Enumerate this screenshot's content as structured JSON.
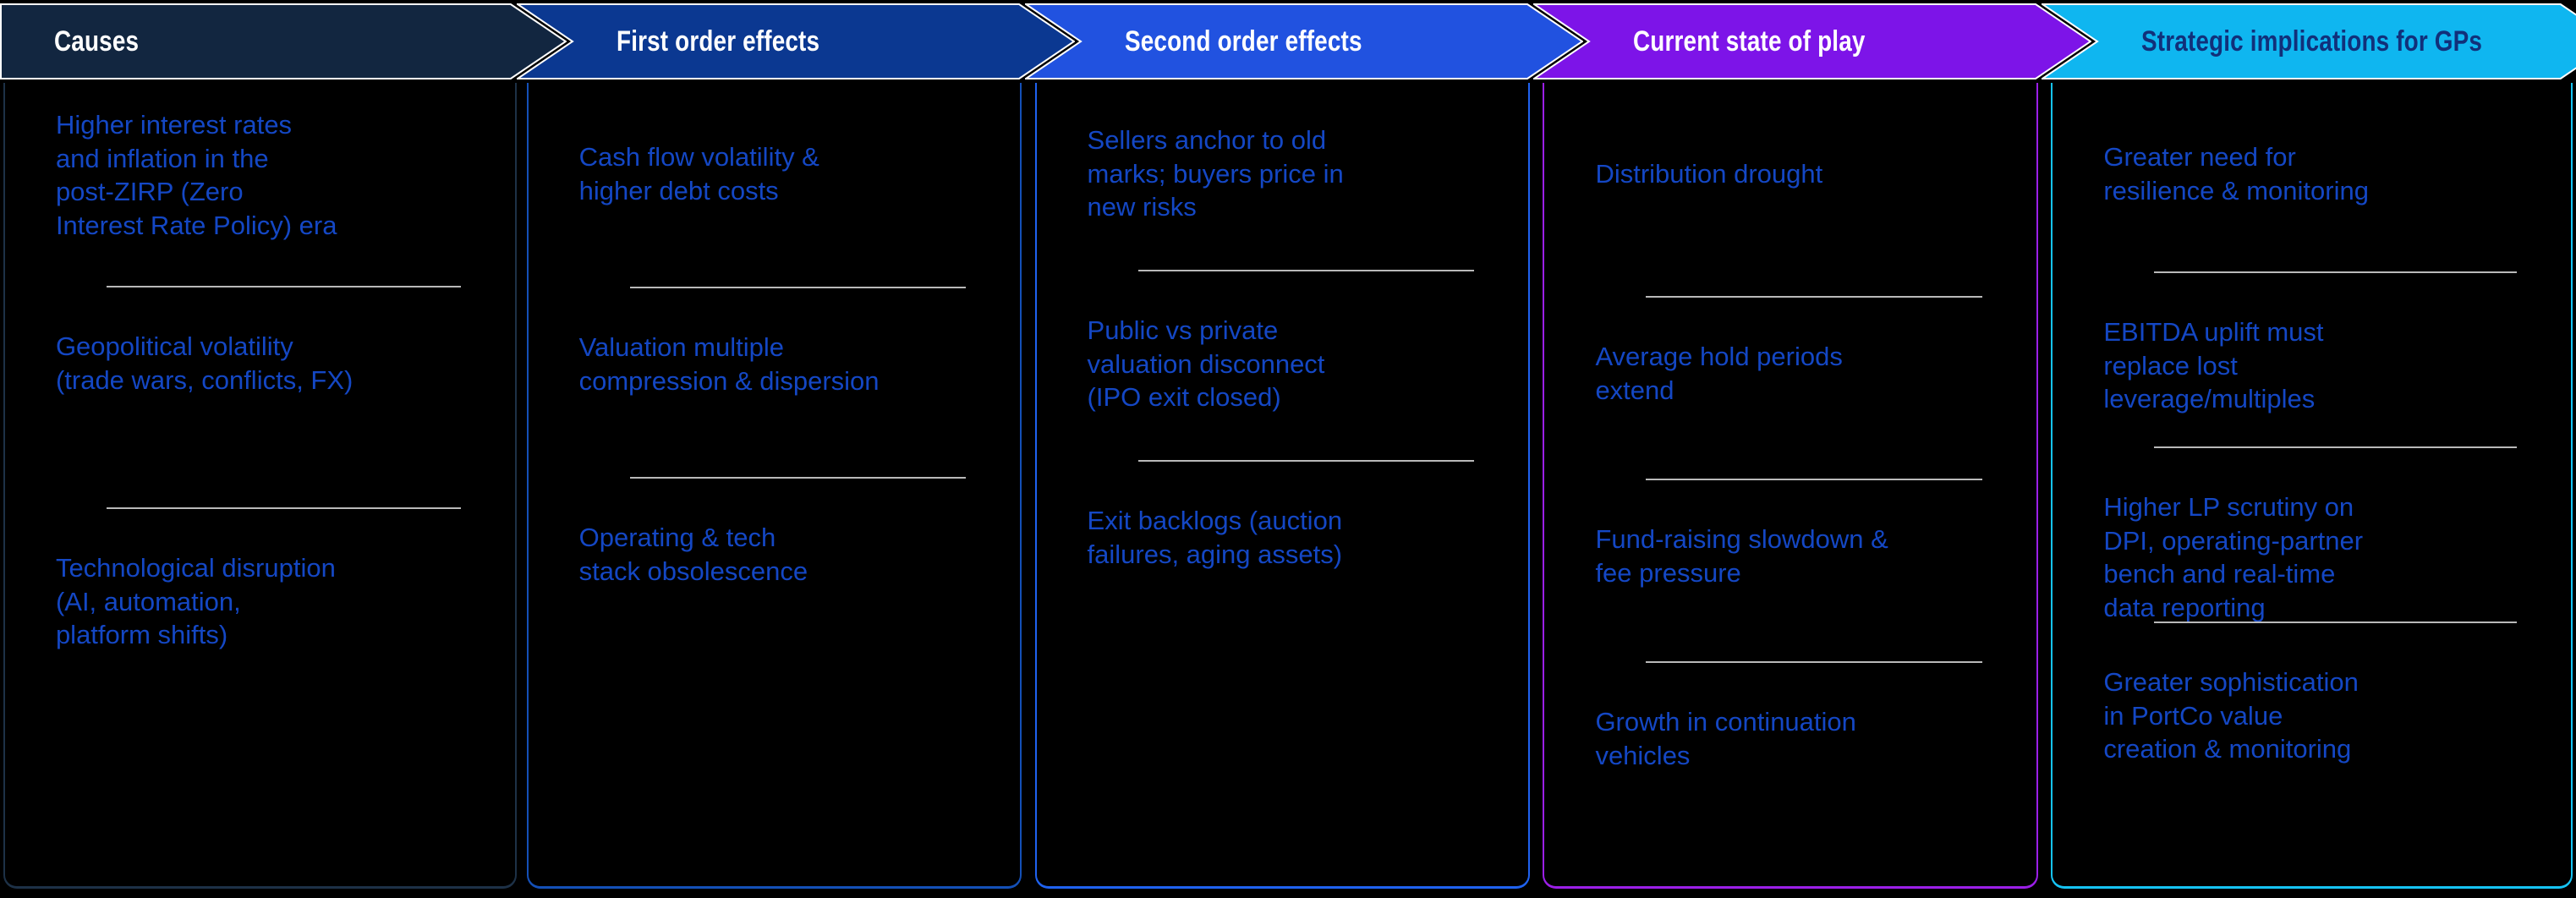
{
  "diagram": {
    "title_row": [
      {
        "label": "Causes",
        "fill": "#122640",
        "text_color": "#ffffff",
        "outline": "#ffffff",
        "border": "#1d3147"
      },
      {
        "label": "First order effects",
        "fill": "#0b3891",
        "text_color": "#ffffff",
        "outline": "#ffffff",
        "border": "#1450b8"
      },
      {
        "label": "Second order effects",
        "fill": "#2152e0",
        "text_color": "#ffffff",
        "outline": "#ffffff",
        "border": "#1f62f0"
      },
      {
        "label": "Current state of play",
        "fill": "#7d14e8",
        "text_color": "#ffffff",
        "outline": "#ffffff",
        "border": "#9b1fe8"
      },
      {
        "label": "Strategic implications for GPs",
        "fill": "#0fb6f0",
        "text_color": "#11307a",
        "outline": "#ffffff",
        "border": "#16c4f5"
      }
    ],
    "columns": [
      {
        "name": "Causes",
        "items": [
          "Higher interest rates\nand inflation in the\npost-ZIRP (Zero\nInterest Rate Policy) era",
          "Geopolitical volatility\n(trade wars, conflicts, FX)",
          "Technological disruption\n(AI, automation,\nplatform shifts)"
        ]
      },
      {
        "name": "First order effects",
        "items": [
          "Cash flow volatility &\nhigher debt costs",
          "Valuation multiple\ncompression & dispersion",
          "Operating & tech\nstack obsolescence"
        ]
      },
      {
        "name": "Second order effects",
        "items": [
          "Sellers anchor to old\nmarks; buyers price in\nnew risks",
          "Public vs private\nvaluation disconnect\n(IPO exit closed)",
          "Exit backlogs (auction\nfailures, aging assets)"
        ]
      },
      {
        "name": "Current state of play",
        "items": [
          "Distribution drought",
          "Average hold periods\nextend",
          "Fund-raising slowdown &\nfee pressure",
          "Growth in continuation\nvehicles"
        ]
      },
      {
        "name": "Strategic implications for GPs",
        "items": [
          "Greater need for\nresilience & monitoring",
          "EBITDA uplift must\nreplace lost\nleverage/multiples",
          "Higher LP scrutiny on\nDPI, operating-partner\nbench and real-time\ndata reporting",
          "Greater sophistication\nin PortCo value\ncreation & monitoring"
        ]
      }
    ],
    "body_text_color": "#1447c4",
    "divider_color": "#b9b9b9",
    "background": "#000000"
  }
}
